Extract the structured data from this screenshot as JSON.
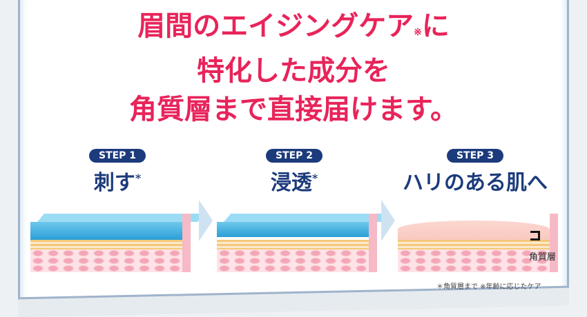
{
  "headline": {
    "line1": "眉間のエイジングケア",
    "line1_note": "※",
    "line1_end": "に",
    "line2": "特化した成分を",
    "line3": "角質層まで直接届けます。"
  },
  "steps": [
    {
      "badge": "STEP 1",
      "label": "刺す",
      "mark": "*"
    },
    {
      "badge": "STEP 2",
      "label": "浸透",
      "mark": "*"
    },
    {
      "badge": "STEP 3",
      "label": "ハリのある肌へ"
    }
  ],
  "layer_label": "角質層",
  "footnote": "＊角質層まで  ※年齢に応じたケア",
  "colors": {
    "title": "#e8245a",
    "navy": "#1c3b7c"
  }
}
